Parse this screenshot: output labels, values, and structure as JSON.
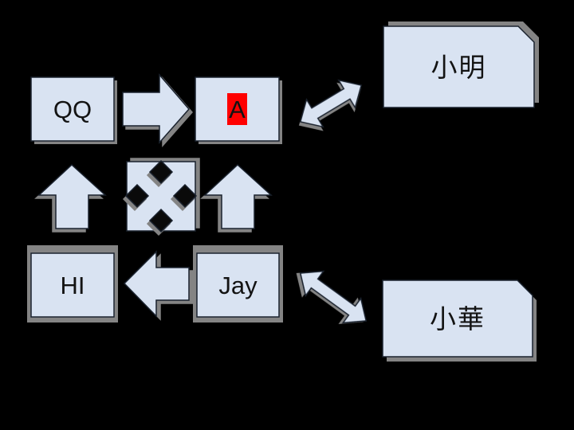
{
  "diagram": {
    "background": "#000000",
    "colors": {
      "shape_fill": "#d9e3f2",
      "shape_outline": "#1a222e",
      "shadow": "#848484",
      "highlight": "#ff0000",
      "text": "#131313"
    },
    "nodes": {
      "qq": {
        "label": "QQ"
      },
      "a": {
        "label": "A",
        "highlighted": true,
        "highlight_color": "#ff0000"
      },
      "xiaoming": {
        "label": "小明",
        "shape": "snip-corner-card"
      },
      "hi": {
        "label": "HI"
      },
      "jay": {
        "label": "Jay"
      },
      "xiaohua": {
        "label": "小華",
        "shape": "snip-corner-card"
      }
    },
    "connectors": [
      {
        "name": "qq-to-a-arrow",
        "type": "right-block-arrow",
        "from": "qq",
        "to": "a"
      },
      {
        "name": "a-xiaoming-double-arrow",
        "type": "double-headed-arrow",
        "from": "a",
        "to": "xiaoming"
      },
      {
        "name": "hi-to-qq-up-arrow",
        "type": "up-block-arrow",
        "from": "hi",
        "to": "qq"
      },
      {
        "name": "diamond-notch-square",
        "type": "square-with-four-diamond-notches"
      },
      {
        "name": "jay-to-a-up-arrow",
        "type": "up-block-arrow",
        "from": "jay",
        "to": "a"
      },
      {
        "name": "jay-to-hi-arrow",
        "type": "left-block-arrow",
        "from": "jay",
        "to": "hi"
      },
      {
        "name": "jay-xiaohua-double-arrow",
        "type": "double-headed-arrow",
        "from": "jay",
        "to": "xiaohua"
      }
    ]
  }
}
